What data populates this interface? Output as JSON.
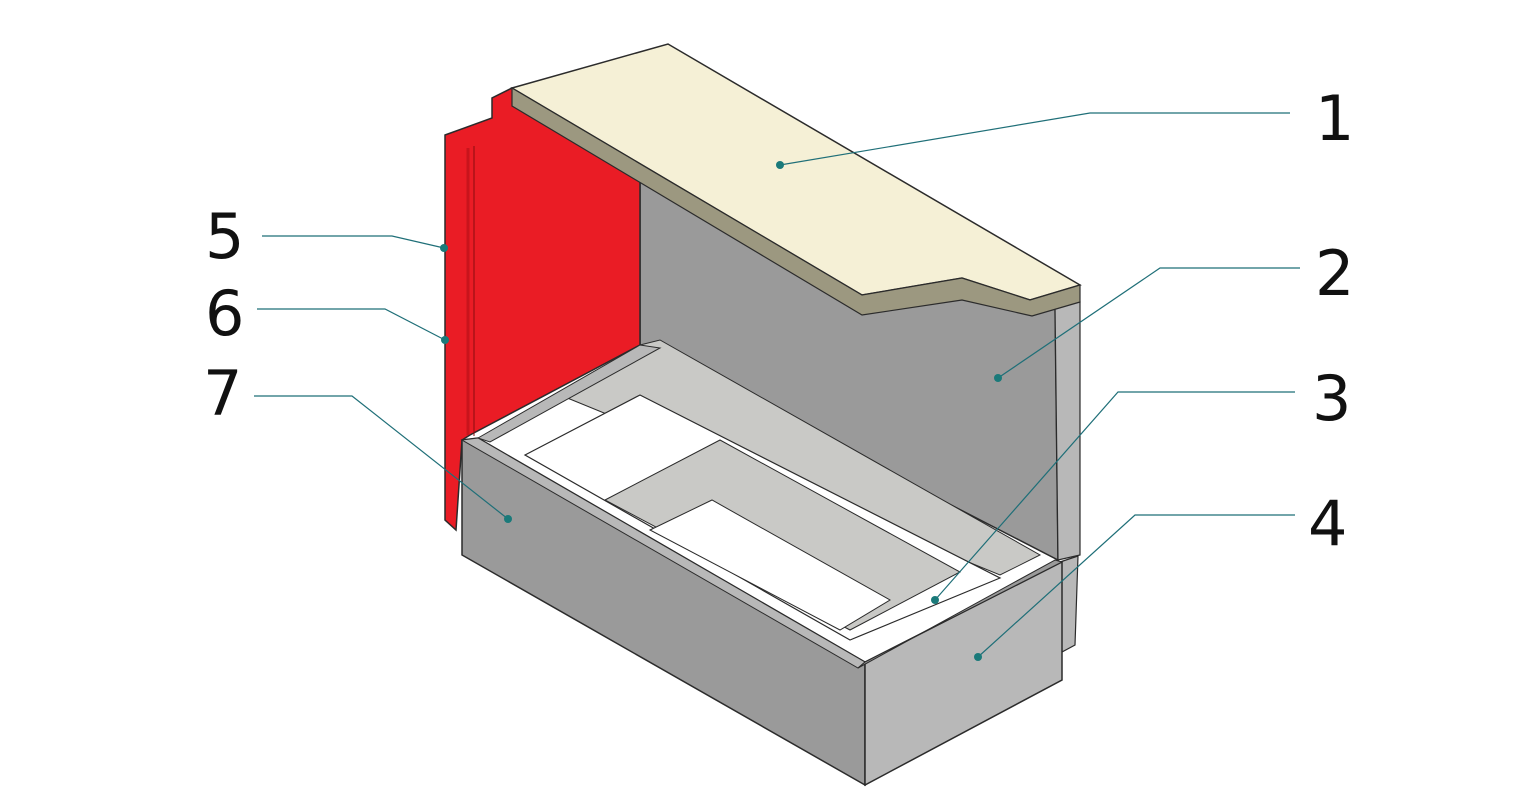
{
  "colors": {
    "top_panel": "#f5f0d6",
    "top_panel_edge": "#9c9880",
    "red_panel": "#ea1c25",
    "red_panel_dark": "#c8141c",
    "grey_panel": "#9a9a9a",
    "grey_panel_light": "#b8b8b8",
    "grey_inner": "#c9c9c6",
    "floor": "#ffffff",
    "leader_line": "#1f6f78",
    "leader_dot": "#1a7a7a",
    "outline": "#2b2b2b"
  },
  "callouts": [
    {
      "label": "1"
    },
    {
      "label": "2"
    },
    {
      "label": "3"
    },
    {
      "label": "4"
    },
    {
      "label": "5"
    },
    {
      "label": "6"
    },
    {
      "label": "7"
    }
  ]
}
